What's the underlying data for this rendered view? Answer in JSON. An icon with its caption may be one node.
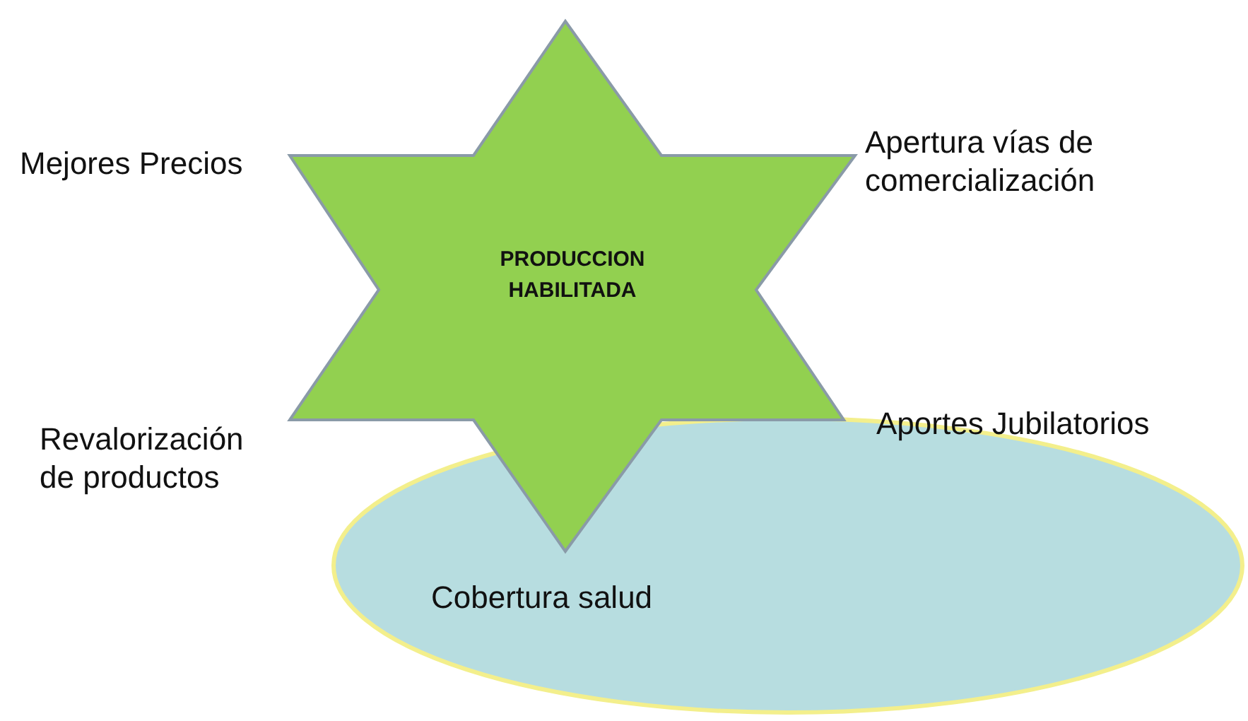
{
  "diagram": {
    "nodes": [
      {
        "text": [
          "PRODUCCION HABILITADA"
        ]
      },
      {
        "text": [
          "Aportes Jubilatorios",
          "Cobertura salud"
        ]
      }
    ],
    "edges": [],
    "labels": [
      "Mejores Precios",
      "Apertura vías de comercialización",
      "Revalorización de productos"
    ]
  }
}
